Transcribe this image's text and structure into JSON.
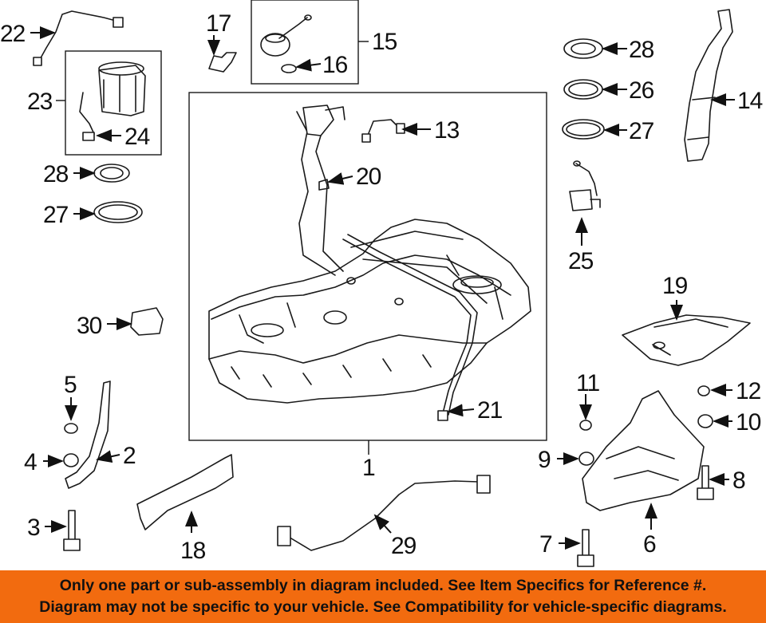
{
  "callouts": {
    "c1": "1",
    "c2": "2",
    "c3": "3",
    "c4": "4",
    "c5": "5",
    "c6": "6",
    "c7": "7",
    "c8": "8",
    "c9": "9",
    "c10": "10",
    "c11": "11",
    "c12": "12",
    "c13": "13",
    "c14": "14",
    "c15": "15",
    "c16": "16",
    "c17": "17",
    "c18": "18",
    "c19": "19",
    "c20": "20",
    "c21": "21",
    "c22": "22",
    "c23": "23",
    "c24": "24",
    "c25": "25",
    "c26": "26",
    "c27a": "27",
    "c27b": "27",
    "c28a": "28",
    "c28b": "28",
    "c29": "29",
    "c30": "30"
  },
  "disclaimer": {
    "line1": "Only one part or sub-assembly in diagram included. See Item Specifics for Reference #.",
    "line2": "Diagram may not be specific to your vehicle. See Compatibility for vehicle-specific diagrams."
  },
  "colors": {
    "banner": "#f26b0f",
    "ink": "#111111"
  }
}
